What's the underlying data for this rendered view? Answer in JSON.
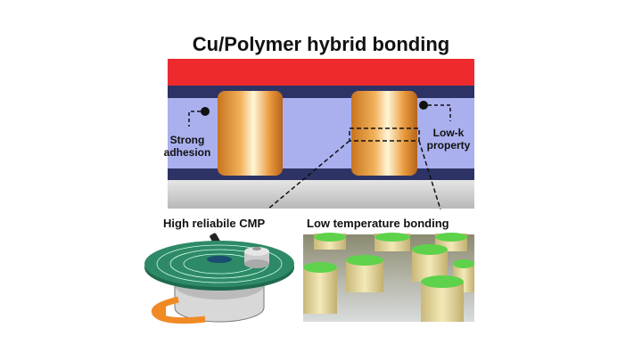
{
  "title": "Cu/Polymer hybrid bonding",
  "labels": {
    "strong_adhesion_1": "Strong",
    "strong_adhesion_2": "adhesion",
    "low_k_1": "Low-k",
    "low_k_2": "property",
    "cmp": "High reliabile CMP",
    "low_temp": "Low temperature bonding"
  },
  "colors": {
    "top_layer": "#ee2a2f",
    "polymer": "#aab0ee",
    "dielectric_band": "#2e3366",
    "copper": "#e89a3a",
    "substrate": "#c9c9c9",
    "pad_top": "#5ed24a",
    "pad_body": "#e8dba0",
    "arrow": "#f08a24"
  }
}
